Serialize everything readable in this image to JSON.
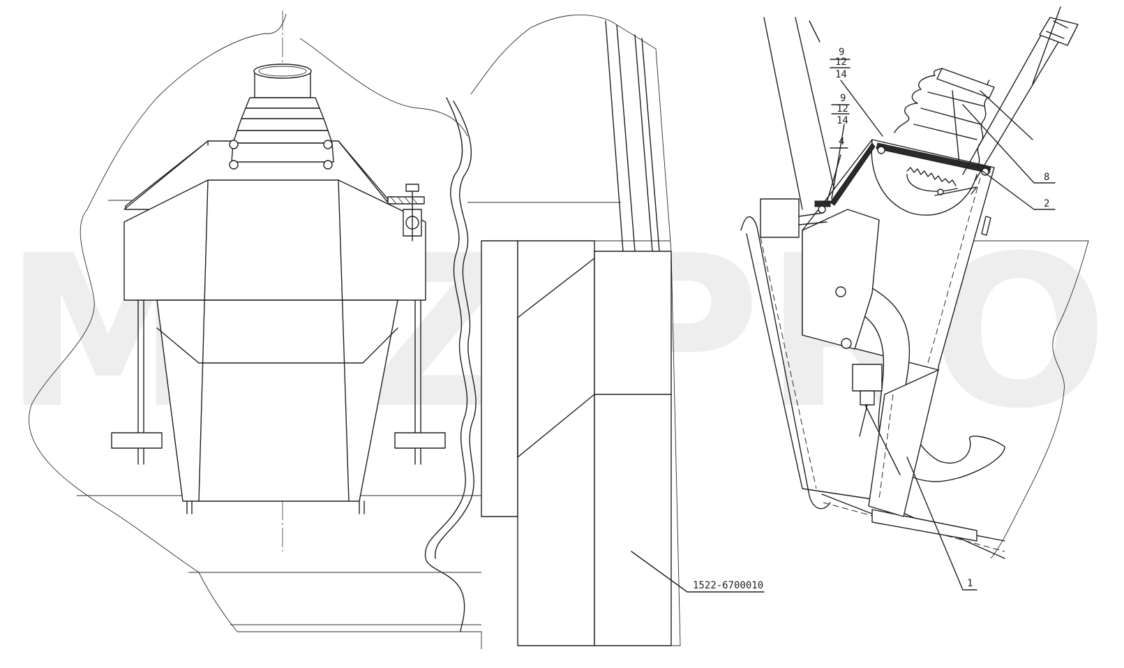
{
  "watermark": "MTZ-PRO",
  "callouts": {
    "part_1": "1",
    "part_2": "2",
    "part_4": "4",
    "part_8": "8",
    "top_stack": [
      "9",
      "12",
      "14"
    ],
    "mid_stack": [
      "9",
      "12",
      "14"
    ],
    "cab_assembly": "1522-6700010"
  },
  "colors": {
    "line": "#1e1e1e",
    "watermark": "#d9d9d9"
  }
}
